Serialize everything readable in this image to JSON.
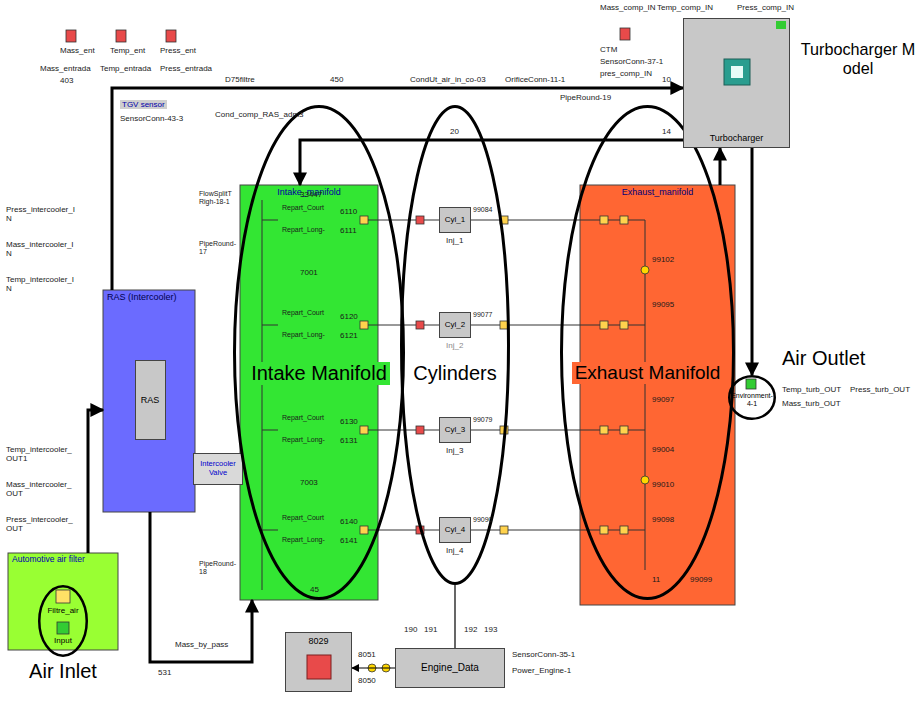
{
  "diagram": {
    "nodes": [
      {
        "text": [
          "Automotive air filter"
        ]
      },
      {
        "text": [
          "Air Inlet"
        ]
      },
      {
        "text": [
          "Filtre_air"
        ],
        "in": 1
      },
      {
        "text": [
          "Input"
        ],
        "in": 1
      },
      {
        "text": [
          "RAS (Intercooler)"
        ]
      },
      {
        "text": [
          "RAS"
        ],
        "in": 4
      },
      {
        "text": [
          "Intercooler Valve"
        ]
      },
      {
        "text": [
          "Intake_manifold"
        ]
      },
      {
        "text": [
          "Intake Manifold"
        ]
      },
      {
        "text": [
          "Cylinders"
        ]
      },
      {
        "text": [
          "Cyl_1"
        ],
        "in": 9
      },
      {
        "text": [
          "Cyl_2"
        ],
        "in": 9
      },
      {
        "text": [
          "Cyl_3"
        ],
        "in": 9
      },
      {
        "text": [
          "Cyl_4"
        ],
        "in": 9
      },
      {
        "text": [
          "Exhaust_manifold"
        ]
      },
      {
        "text": [
          "Exhaust Manifold"
        ]
      },
      {
        "text": [
          "Turbocharger"
        ]
      },
      {
        "text": [
          "Air Outlet"
        ]
      },
      {
        "text": [
          "Environment-4-1"
        ],
        "in": 17
      },
      {
        "text": [
          "Engine_Data"
        ]
      },
      {
        "text": [
          "8029"
        ]
      }
    ],
    "edges": [
      {
        "from": 0,
        "to": 4,
        "arrow": "to"
      },
      {
        "from": 4,
        "to": 16,
        "arrow": "to"
      },
      {
        "from": 16,
        "to": 7,
        "arrow": "to"
      },
      {
        "from": 14,
        "to": 16,
        "arrow": "to"
      },
      {
        "from": 16,
        "to": 17,
        "arrow": "to"
      },
      {
        "from": 4,
        "to": 7,
        "arrow": "to"
      },
      {
        "from": 19,
        "to": 9,
        "arrow": "none"
      },
      {
        "from": 19,
        "to": 20,
        "arrow": "to"
      }
    ],
    "labels": [
      "Turbocharger Model",
      "Mass_comp_IN",
      "Temp_comp_IN",
      "Press_comp_IN",
      "CTM",
      "SensorConn-37-1",
      "pres_comp_IN",
      "Mass_ent",
      "Temp_ent",
      "Press_ent",
      "Mass_entrada",
      "Temp_entrada",
      "Press_entrada",
      "403",
      "D75filtre",
      "450",
      "CondUt_air_in_co-03",
      "OrificeConn-11-1",
      "PipeRound-19",
      "10",
      "TGV sensor",
      "SensorConn-43-3",
      "Cond_comp_RAS_adm3",
      "20",
      "14",
      "Press_intercooler_IN",
      "Mass_intercooler_IN",
      "Temp_intercooler_IN",
      "Temp_intercooler_OUT1",
      "Mass_intercooler_OUT",
      "Press_intercooler_OUT",
      "FlowSplitT Righ-18-1",
      "PipeRound-17",
      "PipeRound-18",
      "Mass_by_pass",
      "531",
      "33447",
      "Repart_Court",
      "Repart_Long-",
      "6110",
      "6111",
      "7001",
      "Repart_Court",
      "Repart_Long-",
      "6120",
      "6121",
      "Repart_Court",
      "Repart_Long-",
      "6130",
      "6131",
      "7003",
      "Repart_Court",
      "Repart_Long-",
      "6140",
      "6141",
      "45",
      "99084",
      "99077",
      "99079",
      "99090",
      "Inj_1",
      "Inj_2",
      "Inj_3",
      "Inj_4",
      "99102",
      "99095",
      "99097",
      "99004",
      "99010",
      "99098",
      "11",
      "99099",
      "Temp_turb_OUT",
      "Press_turb_OUT",
      "Mass_turb_OUT",
      "190",
      "191",
      "192",
      "193",
      "8051",
      "8050",
      "SensorConn-35-1",
      "Power_Engine-1"
    ]
  }
}
